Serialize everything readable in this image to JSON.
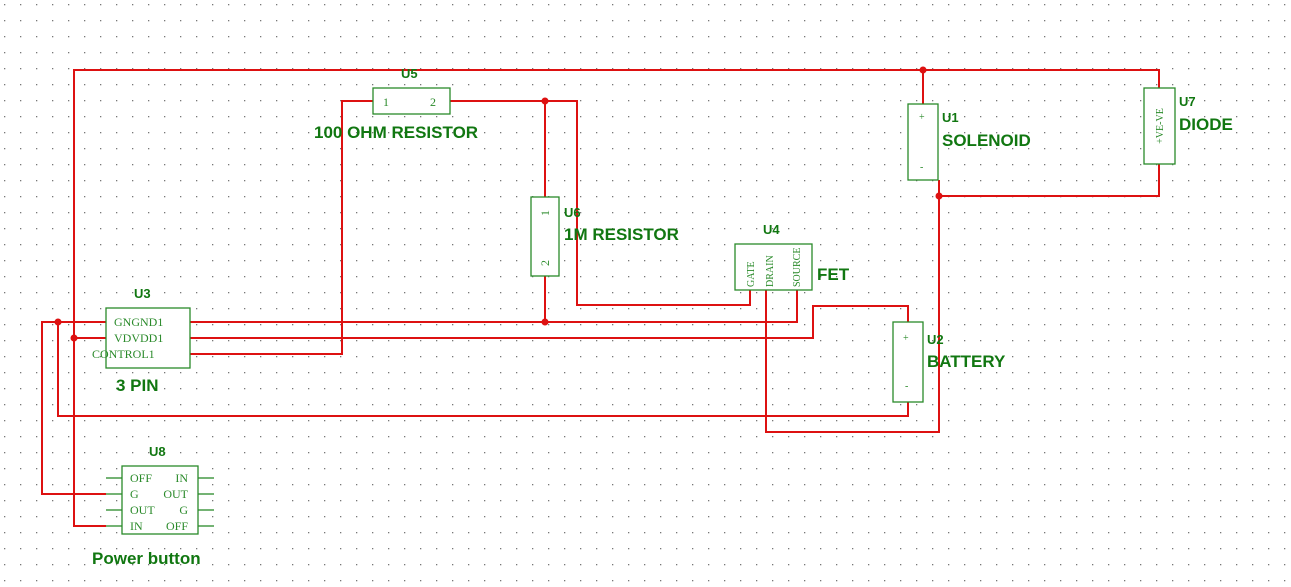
{
  "components": {
    "u1": {
      "ref": "U1",
      "value": "SOLENOID",
      "pins": [
        "+",
        "-"
      ]
    },
    "u2": {
      "ref": "U2",
      "value": "BATTERY",
      "pins": [
        "+",
        "-"
      ]
    },
    "u3": {
      "ref": "U3",
      "value": "3 PIN",
      "pins": [
        "GNGND1",
        "VDVDD1",
        "CONTROL1"
      ]
    },
    "u4": {
      "ref": "U4",
      "value": "FET",
      "pins": [
        "GATE",
        "DRAIN",
        "SOURCE"
      ]
    },
    "u5": {
      "ref": "U5",
      "value": "100 OHM RESISTOR",
      "pins": [
        "1",
        "2"
      ]
    },
    "u6": {
      "ref": "U6",
      "value": "1M RESISTOR",
      "pins": [
        "1",
        "2"
      ]
    },
    "u7": {
      "ref": "U7",
      "value": "DIODE",
      "pins": [
        "+VE",
        "-VE"
      ]
    },
    "u8": {
      "ref": "U8",
      "value": "Power button",
      "pins": [
        "OFF",
        "IN",
        "G",
        "OUT",
        "OUT",
        "G",
        "IN",
        "OFF"
      ]
    }
  },
  "colors": {
    "wire": "#dd1111",
    "component": "#2a8a2a",
    "label": "#117711",
    "grid_dot": "#777777"
  }
}
